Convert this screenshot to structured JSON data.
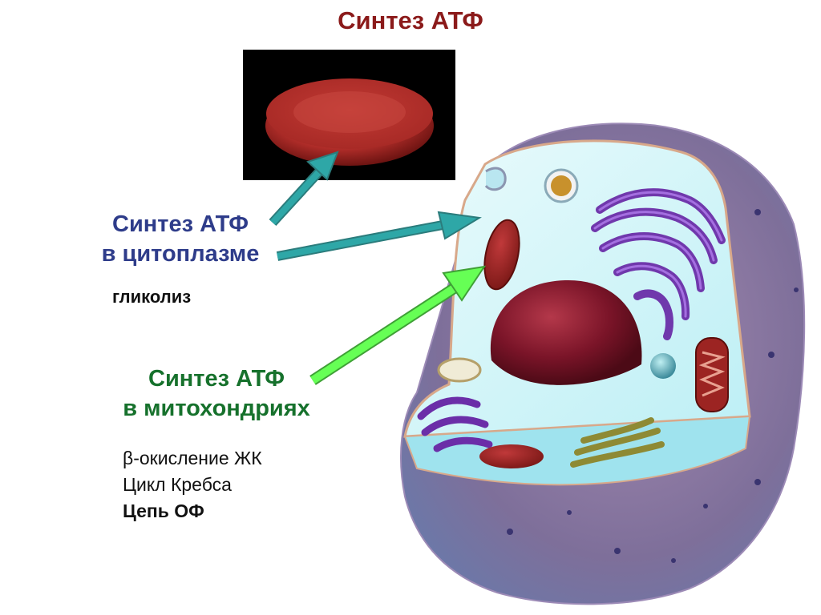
{
  "title": "Синтез АТФ",
  "cytoplasm": {
    "line1": "Синтез АТФ",
    "line2": "в цитоплазме",
    "process": "гликолиз"
  },
  "mitochondria": {
    "line1": "Синтез АТФ",
    "line2": "в митохондриях",
    "processes": [
      "β-окисление ЖК",
      "Цикл Кребса",
      "Цепь ОФ"
    ]
  },
  "colors": {
    "title": "#8B1A1A",
    "cytoplasm_text": "#2E3C8A",
    "mitochondria_text": "#16712C",
    "teal_arrow": "#2EA7A7",
    "green_arrow": "#66FF55"
  }
}
